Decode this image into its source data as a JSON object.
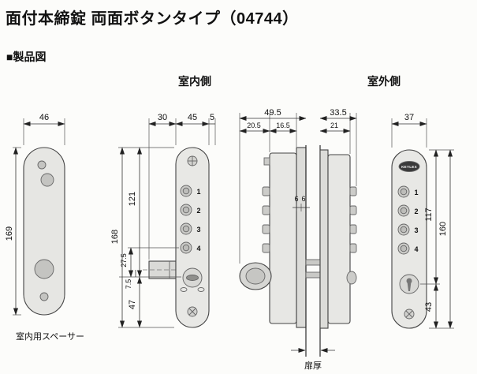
{
  "page": {
    "title": "面付本締錠 両面ボタンタイプ（04744）",
    "section_heading": "■製品図"
  },
  "labels": {
    "indoor_side": "室内側",
    "outdoor_side": "室外側"
  },
  "spacer": {
    "caption": "室内用スペーサー",
    "width": "46",
    "height": "169"
  },
  "indoor_front": {
    "dims": {
      "bolt_throw": "30",
      "body_width": "45",
      "edge": "5",
      "height_full": "168",
      "height_upper": "121",
      "mid": "27.5",
      "small": "7.5",
      "height_lower": "47"
    },
    "buttons": [
      "1",
      "2",
      "3",
      "4"
    ]
  },
  "side_view": {
    "dims": {
      "indoor_depth": "49.5",
      "knob_depth": "20.5",
      "case_depth": "16.5",
      "plate_a": "6",
      "plate_b": "6",
      "outdoor_depth": "33.5",
      "outdoor_case": "21"
    },
    "door_thickness_label": "扉厚"
  },
  "outdoor_front": {
    "brand": "KEYLEX",
    "dims": {
      "body_width": "37",
      "height_upper": "117",
      "height_full": "160",
      "height_lower": "43"
    },
    "buttons": [
      "1",
      "2",
      "3",
      "4"
    ]
  }
}
